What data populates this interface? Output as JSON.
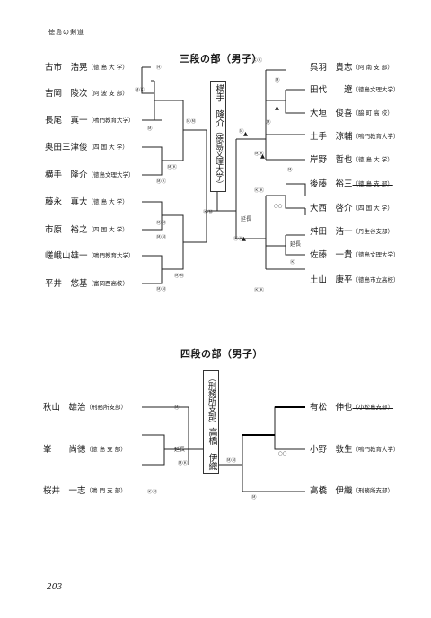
{
  "header": "徳島の剣道",
  "page_number": "203",
  "sandan": {
    "title": "三段の部（男子）",
    "extension": "延長",
    "champion": {
      "name": "横手　隆介",
      "team": "（徳島文理大学）"
    },
    "left": [
      {
        "name": "古市　浩晃",
        "team": "（徳 島 大 学）"
      },
      {
        "name": "吉岡　陵次",
        "team": "（阿 波 支 部）"
      },
      {
        "name": "長尾　真一",
        "team": "（鳴門教育大学）"
      },
      {
        "name": "奥田三津俊",
        "team": "（四 国 大 学）"
      },
      {
        "name": "横手　隆介",
        "team": "（徳島文理大学）"
      },
      {
        "name": "藤永　真大",
        "team": "（徳 島 大 学）"
      },
      {
        "name": "市原　裕之",
        "team": "（四 国 大 学）"
      },
      {
        "name": "嵯峨山雄一",
        "team": "（鳴門教育大学）"
      },
      {
        "name": "平井　悠基",
        "team": "（富岡西高校）"
      }
    ],
    "right": [
      {
        "name": "呉羽　貴志",
        "team": "（阿 南 支 部）"
      },
      {
        "name": "田代　　遼",
        "team": "（徳島文理大学）"
      },
      {
        "name": "大垣　俊喜",
        "team": "（脇 町 高 校）"
      },
      {
        "name": "土手　涼輔",
        "team": "（鳴門教育大学）"
      },
      {
        "name": "岸野　哲也",
        "team": "（徳 島 大 学）"
      },
      {
        "name": "後藤　裕三",
        "team": "（徳 島 支 部）"
      },
      {
        "name": "大西　啓介",
        "team": "（四 国 大 学）"
      },
      {
        "name": "舛田　浩一",
        "team": "（丹生谷支部）"
      },
      {
        "name": "佐藤　一貴",
        "team": "（徳島文理大学）"
      },
      {
        "name": "土山　康平",
        "team": "（徳島市立高校）"
      }
    ],
    "scores": [
      "ⓂⓀ",
      "ⓂⓀ",
      "Ⓗ",
      "Ⓜ",
      "ⓂⓀ",
      "ⓂⓀ",
      "ⓂⓂ",
      "ⓂⓂ",
      "ⓂⓂ",
      "ⓂⓂ",
      "ⓂⓂ",
      "ⓀⓂ",
      "ⓀⓀ",
      "Ⓜ",
      "Ⓜ",
      "Ⓜ",
      "ⓂⓀ",
      "Ⓜ",
      "ⓀⓀ",
      "ⓀⓀ",
      "ⓂⓂ",
      "ⓂⓂ",
      "Ⓚ",
      "ⓂⓂ",
      "○○",
      "Ⓚ",
      "ⓀⓀ"
    ]
  },
  "yondan": {
    "title": "四段の部（男子）",
    "extension": "延長",
    "champion": {
      "name": "高橋　伊織",
      "team": "（刑務所支部）"
    },
    "left": [
      {
        "name": "秋山　雄治",
        "team": "（刑務所支部）"
      },
      {
        "name": "峯　　尚徳",
        "team": "（徳 島 支 部）"
      },
      {
        "name": "桜井　一志",
        "team": "（鳴 門 支 部）"
      }
    ],
    "right": [
      {
        "name": "有松　伸也",
        "team": "（小松島支部）"
      },
      {
        "name": "小野　敦生",
        "team": "（鳴門教育大学）"
      },
      {
        "name": "高橋　伊織",
        "team": "（刑務所支部）"
      }
    ],
    "scores": [
      "Ⓜ",
      "ⓂⓀ",
      "ⓀⓂ",
      "ⓂⓂ",
      "○○",
      "Ⓜ"
    ]
  }
}
